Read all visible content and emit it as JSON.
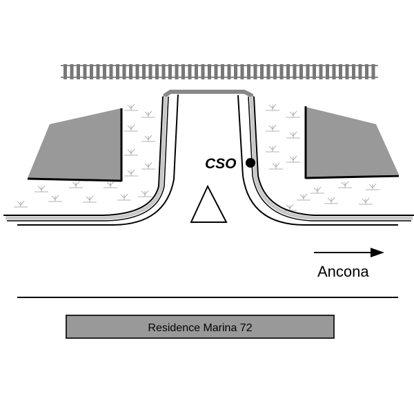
{
  "labels": {
    "cso": "CSO",
    "direction": "Ancona",
    "building": "Residence Marina 72"
  },
  "colors": {
    "building": "#999999",
    "sidewalk": "#c8c8c8",
    "rail_tie": "#777777",
    "ink": "#000000"
  }
}
